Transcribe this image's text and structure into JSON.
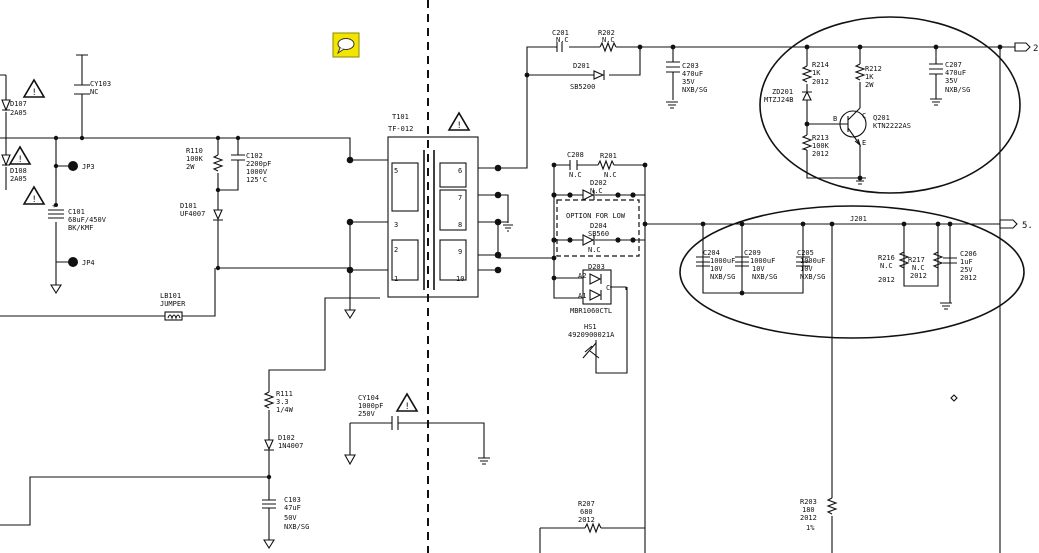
{
  "title": "",
  "comment_icon": "speech-bubble-icon",
  "colors": {
    "ink": "#111111",
    "comment": "#f2e600",
    "comment_border": "#8a8a00"
  },
  "labels": {
    "d107": "D107",
    "d107v": "2A05",
    "d108": "D108",
    "d108v": "2A05",
    "cy103": "CY103",
    "cy103v": "NC",
    "jp3": "JP3",
    "jp4": "JP4",
    "c101": "C101",
    "c101v": "68uF/450V",
    "c101v2": "BK/KMF",
    "lb101": "LB101",
    "lb101v": "JUMPER",
    "r110": "R110",
    "r110v": "100K",
    "r110v2": "2W",
    "c102": "C102",
    "c102v": "2200pF",
    "c102v2": "1000V",
    "c102v3": "125'C",
    "d101": "D101",
    "d101v": "UF4007",
    "t101": "T101",
    "t101v": "TF-012",
    "pin1": "1",
    "pin2": "2",
    "pin3": "3",
    "pin5": "5",
    "pin6": "6",
    "pin7": "7",
    "pin8": "8",
    "pin9": "9",
    "pin10": "10",
    "r111": "R111",
    "r111v": "3.3",
    "r111v2": "1/4W",
    "d102": "D102",
    "d102v": "1N4007",
    "c103": "C103",
    "c103v": "47uF",
    "c103v2": "50V",
    "c103v3": "NXB/SG",
    "cy104": "CY104",
    "cy104v": "1000pF",
    "cy104v2": "250V",
    "c201": "C201",
    "c201v": "N.C",
    "r202": "R202",
    "r202v": "N.C",
    "d201": "D201",
    "d201v": "SB5200",
    "c203": "C203",
    "c203v": "470uF",
    "c203v2": "35V",
    "c203v3": "NXB/SG",
    "c208": "C208",
    "c208v": "N.C",
    "r201": "R201",
    "r201v": "N.C",
    "d202": "D202",
    "d202v": "N.C",
    "option": "OPTION FOR LOW",
    "d204": "D204",
    "d204v": "SB560",
    "d204v2": "N.C",
    "d203": "D203",
    "d203v": "MBR1060CTL",
    "a1": "A1",
    "a2": "A2",
    "c": "C",
    "hs1": "HS1",
    "hs1v": "4920900021A",
    "r207": "R207",
    "r207v": "680",
    "r207v2": "2012",
    "r214": "R214",
    "r214v": "1K",
    "r214v2": "2012",
    "r212": "R212",
    "r212v": "1K",
    "r212v2": "2W",
    "c207": "C207",
    "c207v": "470uF",
    "c207v2": "35V",
    "c207v3": "NXB/SG",
    "zd201": "ZD201",
    "zd201v": "MTZJ24B",
    "r213": "R213",
    "r213v": "100K",
    "r213v2": "2012",
    "q201": "Q201",
    "q201v": "KTN2222AS",
    "b": "B",
    "e": "E",
    "out2": "2",
    "out5": "5.",
    "c204": "C204",
    "c204v": "1000uF",
    "c204v2": "10V",
    "c204v3": "NXB/SG",
    "c209": "C209",
    "c209v": "1000uF",
    "c209v2": "10V",
    "c209v3": "NXB/SG",
    "c205": "C205",
    "c205v": "1000uF",
    "c205v2": "10V",
    "c205v3": "NXB/SG",
    "j201": "J201",
    "r216": "R216",
    "r216v": "N.C",
    "r216v2": "2012",
    "r217": "R217",
    "r217v": "N.C",
    "r217v2": "2012",
    "c206": "C206",
    "c206v": "1uF",
    "c206v2": "25V",
    "c206v3": "2012",
    "r203": "R203",
    "r203v": "180",
    "r203v2": "2012",
    "r203v3": "1%"
  }
}
